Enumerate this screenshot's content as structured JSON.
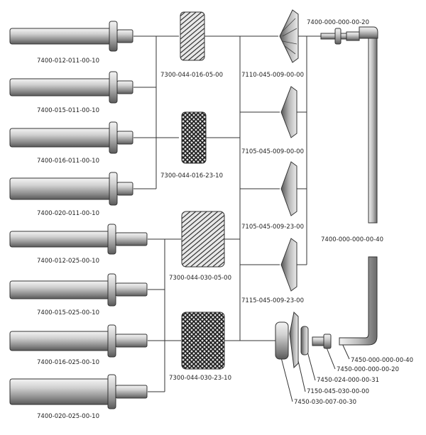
{
  "diagram": {
    "mandrels": [
      {
        "code": "7400-012-011-00-10"
      },
      {
        "code": "7400-015-011-00-10"
      },
      {
        "code": "7400-016-011-00-10"
      },
      {
        "code": "7400-020-011-00-10"
      },
      {
        "code": "7400-012-025-00-10"
      },
      {
        "code": "7400-015-025-00-10"
      },
      {
        "code": "7400-016-025-00-10"
      },
      {
        "code": "7400-020-025-00-10"
      }
    ],
    "wheels": [
      {
        "code": "7300-044-016-05-00"
      },
      {
        "code": "7300-044-016-23-10"
      },
      {
        "code": "7300-044-030-05-00"
      },
      {
        "code": "7300-044-030-23-10"
      }
    ],
    "cones": [
      {
        "code": "7110-045-009-00-00"
      },
      {
        "code": "7105-045-009-00-00"
      },
      {
        "code": "7105-045-009-23-00"
      },
      {
        "code": "7115-045-009-23-00"
      }
    ],
    "tool_top": {
      "code": "7400-000-000-00-20"
    },
    "tool_rod": {
      "code": "7400-000-000-00-40"
    },
    "assembly": [
      {
        "code": "7450-000-000-00-40"
      },
      {
        "code": "7450-000-000-00-20"
      },
      {
        "code": "7450-024-000-00-31"
      },
      {
        "code": "7150-045-030-00-00"
      },
      {
        "code": "7450-030-007-00-30"
      }
    ]
  }
}
